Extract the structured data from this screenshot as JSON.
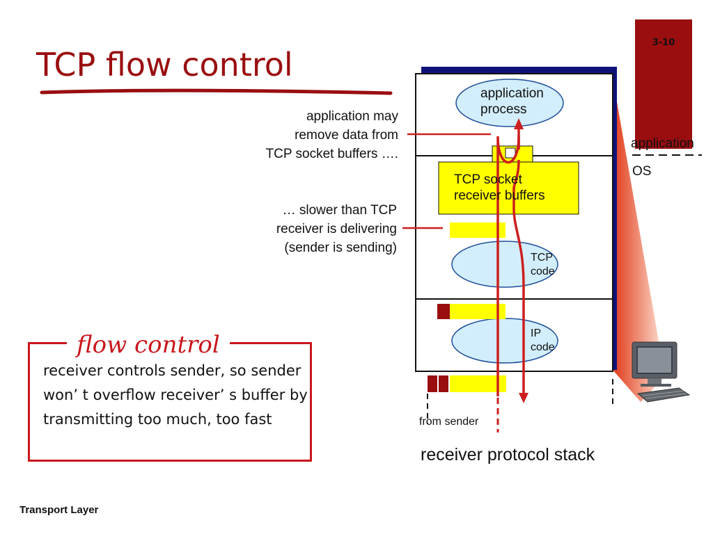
{
  "slide": {
    "title": "TCP flow control",
    "page_number": "3-10",
    "footer": "Transport Layer"
  },
  "diagram": {
    "side_labels": {
      "application": "application",
      "os": "OS"
    },
    "annotations": [
      [
        "application may",
        "remove data from",
        "TCP socket buffers …."
      ],
      [
        "… slower than TCP",
        "receiver is delivering",
        "(sender is sending)"
      ]
    ],
    "nodes": {
      "application_process": [
        "application",
        "process"
      ],
      "tcp_buffers": [
        "TCP socket",
        "receiver buffers"
      ],
      "tcp_code": [
        "TCP",
        "code"
      ],
      "ip_code": [
        "IP",
        "code"
      ]
    },
    "from_sender": "from sender",
    "caption": "receiver protocol stack"
  },
  "flow_control": {
    "title": "flow control",
    "body": "receiver controls sender, so sender won’ t overflow receiver’ s buffer by transmitting too much, too fast"
  },
  "colors": {
    "title_red": "#9a0e10",
    "box_red": "#c8171c",
    "arrow_red": "#cc1f1f",
    "buffer_yellow": "#ffff00",
    "ellipse_blue": "#d2eefc",
    "navy": "#10127a"
  }
}
